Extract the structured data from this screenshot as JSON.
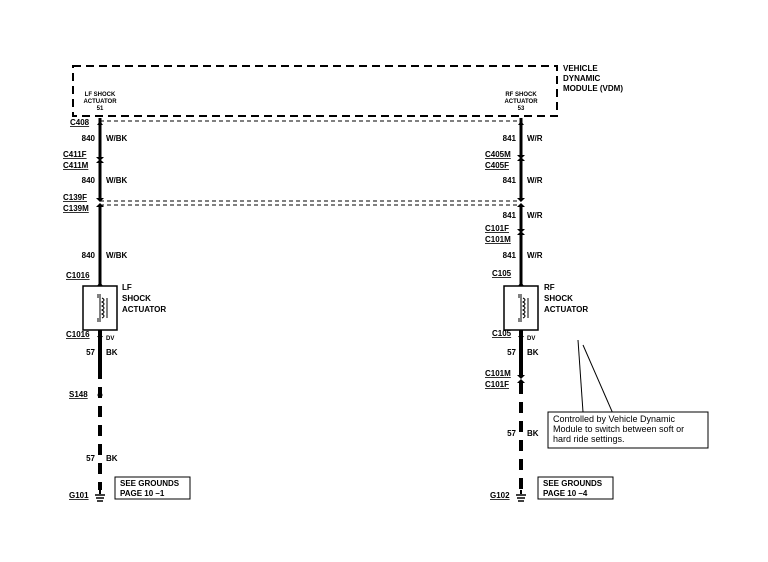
{
  "module": {
    "title_line1": "VEHICLE",
    "title_line2": "DYNAMIC",
    "title_line3": "MODULE  (VDM)",
    "lf_pin_label_line1": "LF SHOCK",
    "lf_pin_label_line2": "ACTUATOR",
    "lf_pin_number": "51",
    "rf_pin_label_line1": "RF SHOCK",
    "rf_pin_label_line2": "ACTUATOR",
    "rf_pin_number": "53"
  },
  "left_circuit": {
    "c408": "C408",
    "wire1_num": "840",
    "wire1_color": "W/BK",
    "c411f": "C411F",
    "c411m": "C411M",
    "wire2_num": "840",
    "wire2_color": "W/BK",
    "c139f": "C139F",
    "c139m": "C139M",
    "wire3_num": "840",
    "wire3_color": "W/BK",
    "c1016_top": "C1016",
    "actuator_line1": "LF",
    "actuator_line2": "SHOCK",
    "actuator_line3": "ACTUATOR",
    "c1016_bottom": "C1016",
    "dv": "DV",
    "wire4_num": "57",
    "wire4_color": "BK",
    "splice": "S148",
    "wire5_num": "57",
    "wire5_color": "BK",
    "grounds_line1": "SEE  GROUNDS",
    "grounds_line2": "PAGE  10 –1",
    "ground": "G101"
  },
  "right_circuit": {
    "wire1_num": "841",
    "wire1_color": "W/R",
    "c405m": "C405M",
    "c405f": "C405F",
    "wire2_num": "841",
    "wire2_color": "W/R",
    "wire3_num": "841",
    "wire3_color": "W/R",
    "c101f": "C101F",
    "c101m": "C101M",
    "wire4_num": "841",
    "wire4_color": "W/R",
    "c105_top": "C105",
    "actuator_line1": "RF",
    "actuator_line2": "SHOCK",
    "actuator_line3": "ACTUATOR",
    "c105_bottom": "C105",
    "dv": "DV",
    "wire5_num": "57",
    "wire5_color": "BK",
    "c101m_low": "C101M",
    "c101f_low": "C101F",
    "wire6_num": "57",
    "wire6_color": "BK",
    "grounds_line1": "SEE  GROUNDS",
    "grounds_line2": "PAGE  10 –4",
    "ground": "G102"
  },
  "note": {
    "line1": "Controlled  by  Vehicle  Dynamic",
    "line2": "Module to switch between soft or",
    "line3": "hard ride settings."
  }
}
